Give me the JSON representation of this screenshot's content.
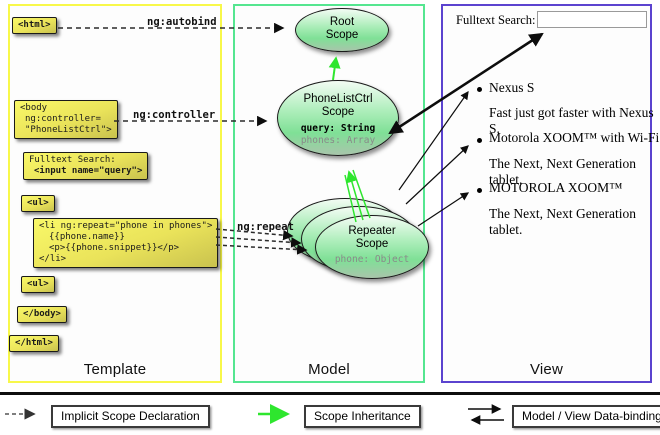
{
  "columns": {
    "template": {
      "label": "Template"
    },
    "model": {
      "label": "Model"
    },
    "view": {
      "label": "View"
    }
  },
  "code_boxes": {
    "html_open": {
      "lines": [
        "<html>"
      ]
    },
    "body_open": {
      "lines": [
        "<body",
        "ng:controller=",
        "\"PhoneListCtrl\">"
      ]
    },
    "fulltext_search": {
      "lines": [
        "Fulltext Search:",
        "<input name=\"query\">"
      ]
    },
    "ul_open": {
      "lines": [
        "<ul>"
      ]
    },
    "li_repeat": {
      "lines": [
        "<li ng:repeat=\"phone in phones\">",
        "{{phone.name}}",
        "<p>{{phone.snippet}}</p>",
        "</li>"
      ]
    },
    "ul_close": {
      "lines": [
        "<ul>"
      ]
    },
    "body_close": {
      "lines": [
        "</body>"
      ]
    },
    "html_close": {
      "lines": [
        "</html>"
      ]
    }
  },
  "edge_labels": {
    "autobind": "ng:autobind",
    "controller": "ng:controller",
    "repeat": "ng:repeat"
  },
  "scopes": {
    "root": {
      "line1": "Root",
      "line2": "Scope"
    },
    "phonelist": {
      "line1": "PhoneListCtrl",
      "line2": "Scope",
      "prop1": "query: String",
      "prop2": "phones: Array"
    },
    "repeater": {
      "line1": "Repeater",
      "line2": "Scope",
      "prop1": "phone: Object"
    }
  },
  "view": {
    "search_label": "Fulltext Search:",
    "search_value": "",
    "items": [
      {
        "title": "Nexus S",
        "desc": "Fast just got faster with Nexus S."
      },
      {
        "title": "Motorola XOOM™ with Wi-Fi",
        "desc": "The Next, Next Generation tablet."
      },
      {
        "title": "MOTOROLA XOOM™",
        "desc": "The Next, Next Generation tablet."
      }
    ]
  },
  "legend": {
    "implicit": "Implicit Scope Declaration",
    "inheritance": "Scope Inheritance",
    "databinding": "Model / View Data-binding"
  },
  "colors": {
    "template_border": "#f8f84a",
    "model_border": "#55e690",
    "view_border": "#5b43cf",
    "green_arrow": "#2ee62e",
    "code_box_yellow": "#f2ee5c",
    "scope_green": "#7fe096"
  }
}
